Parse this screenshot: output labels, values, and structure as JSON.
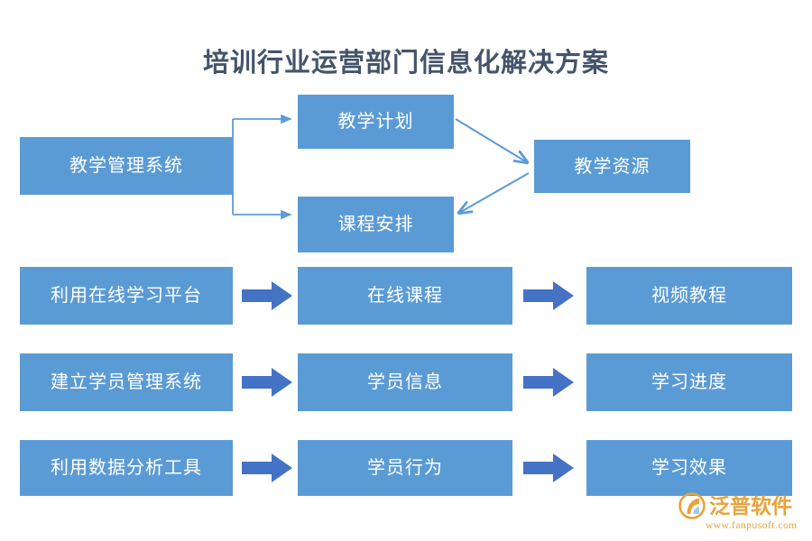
{
  "title": "培训行业运营部门信息化解决方案",
  "colors": {
    "box_fill": "#5B9BD5",
    "box_text": "#FFFFFF",
    "title_text": "#44546A",
    "thin_connector": "#5B9BD5",
    "block_arrow": "#4472C4",
    "brand": "#E8A33D",
    "background": "#FFFFFF"
  },
  "top_cluster": {
    "source": {
      "label": "教学管理系统"
    },
    "branch_upper": {
      "label": "教学计划"
    },
    "branch_lower": {
      "label": "课程安排"
    },
    "target": {
      "label": "教学资源"
    },
    "connectors": [
      {
        "from": "教学管理系统",
        "to": "教学计划",
        "style": "elbow-arrow"
      },
      {
        "from": "教学管理系统",
        "to": "课程安排",
        "style": "elbow-arrow"
      },
      {
        "from": "教学计划",
        "to": "教学资源",
        "style": "diagonal-arrow"
      },
      {
        "from": "教学资源",
        "to": "课程安排",
        "style": "diagonal-arrow"
      }
    ]
  },
  "process_rows": [
    {
      "step1": "利用在线学习平台",
      "arrow1": "block-arrow-right",
      "step2": "在线课程",
      "arrow2": "block-arrow-right",
      "step3": "视频教程"
    },
    {
      "step1": "建立学员管理系统",
      "arrow1": "block-arrow-right",
      "step2": "学员信息",
      "arrow2": "block-arrow-right",
      "step3": "学习进度"
    },
    {
      "step1": "利用数据分析工具",
      "arrow1": "block-arrow-right",
      "step2": "学员行为",
      "arrow2": "block-arrow-right",
      "step3": "学习效果"
    }
  ],
  "brand": {
    "mark": "fanpu-swoosh-logo-icon",
    "name": "泛普软件",
    "url": "www.fanpusoft.com"
  }
}
